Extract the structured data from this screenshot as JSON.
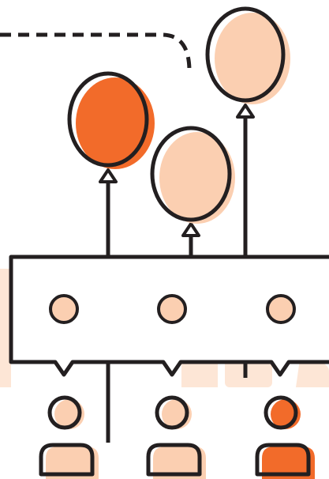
{
  "diagram": {
    "colors": {
      "outline": "#231f20",
      "accent": "#f26b2a",
      "light": "#fbcfb1",
      "faint": "#fde6d6",
      "background": "#ffffff"
    },
    "icons": {
      "dashed_path": "dashed-curve",
      "balloons": [
        "balloon-icon",
        "balloon-icon",
        "balloon-icon"
      ],
      "users": [
        "person-icon",
        "person-icon",
        "person-icon"
      ]
    },
    "balloons": [
      {
        "fill": "accent"
      },
      {
        "fill": "light"
      },
      {
        "fill": "light"
      }
    ],
    "slots": [
      {
        "fill": "light"
      },
      {
        "fill": "light"
      },
      {
        "fill": "light"
      }
    ],
    "users": [
      {
        "fill": "light"
      },
      {
        "fill": "light"
      },
      {
        "fill": "accent"
      }
    ]
  }
}
